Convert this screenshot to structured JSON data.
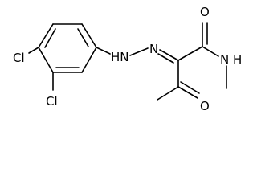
{
  "molecule": {
    "atom_labels": {
      "chloro_top": "Cl",
      "chloro_bottom": "Cl",
      "hydrazone_nh": "HN",
      "azo_n": "N",
      "amide_o": "O",
      "amide_n": "N",
      "amide_h": "H",
      "ketone_o": "O"
    }
  }
}
